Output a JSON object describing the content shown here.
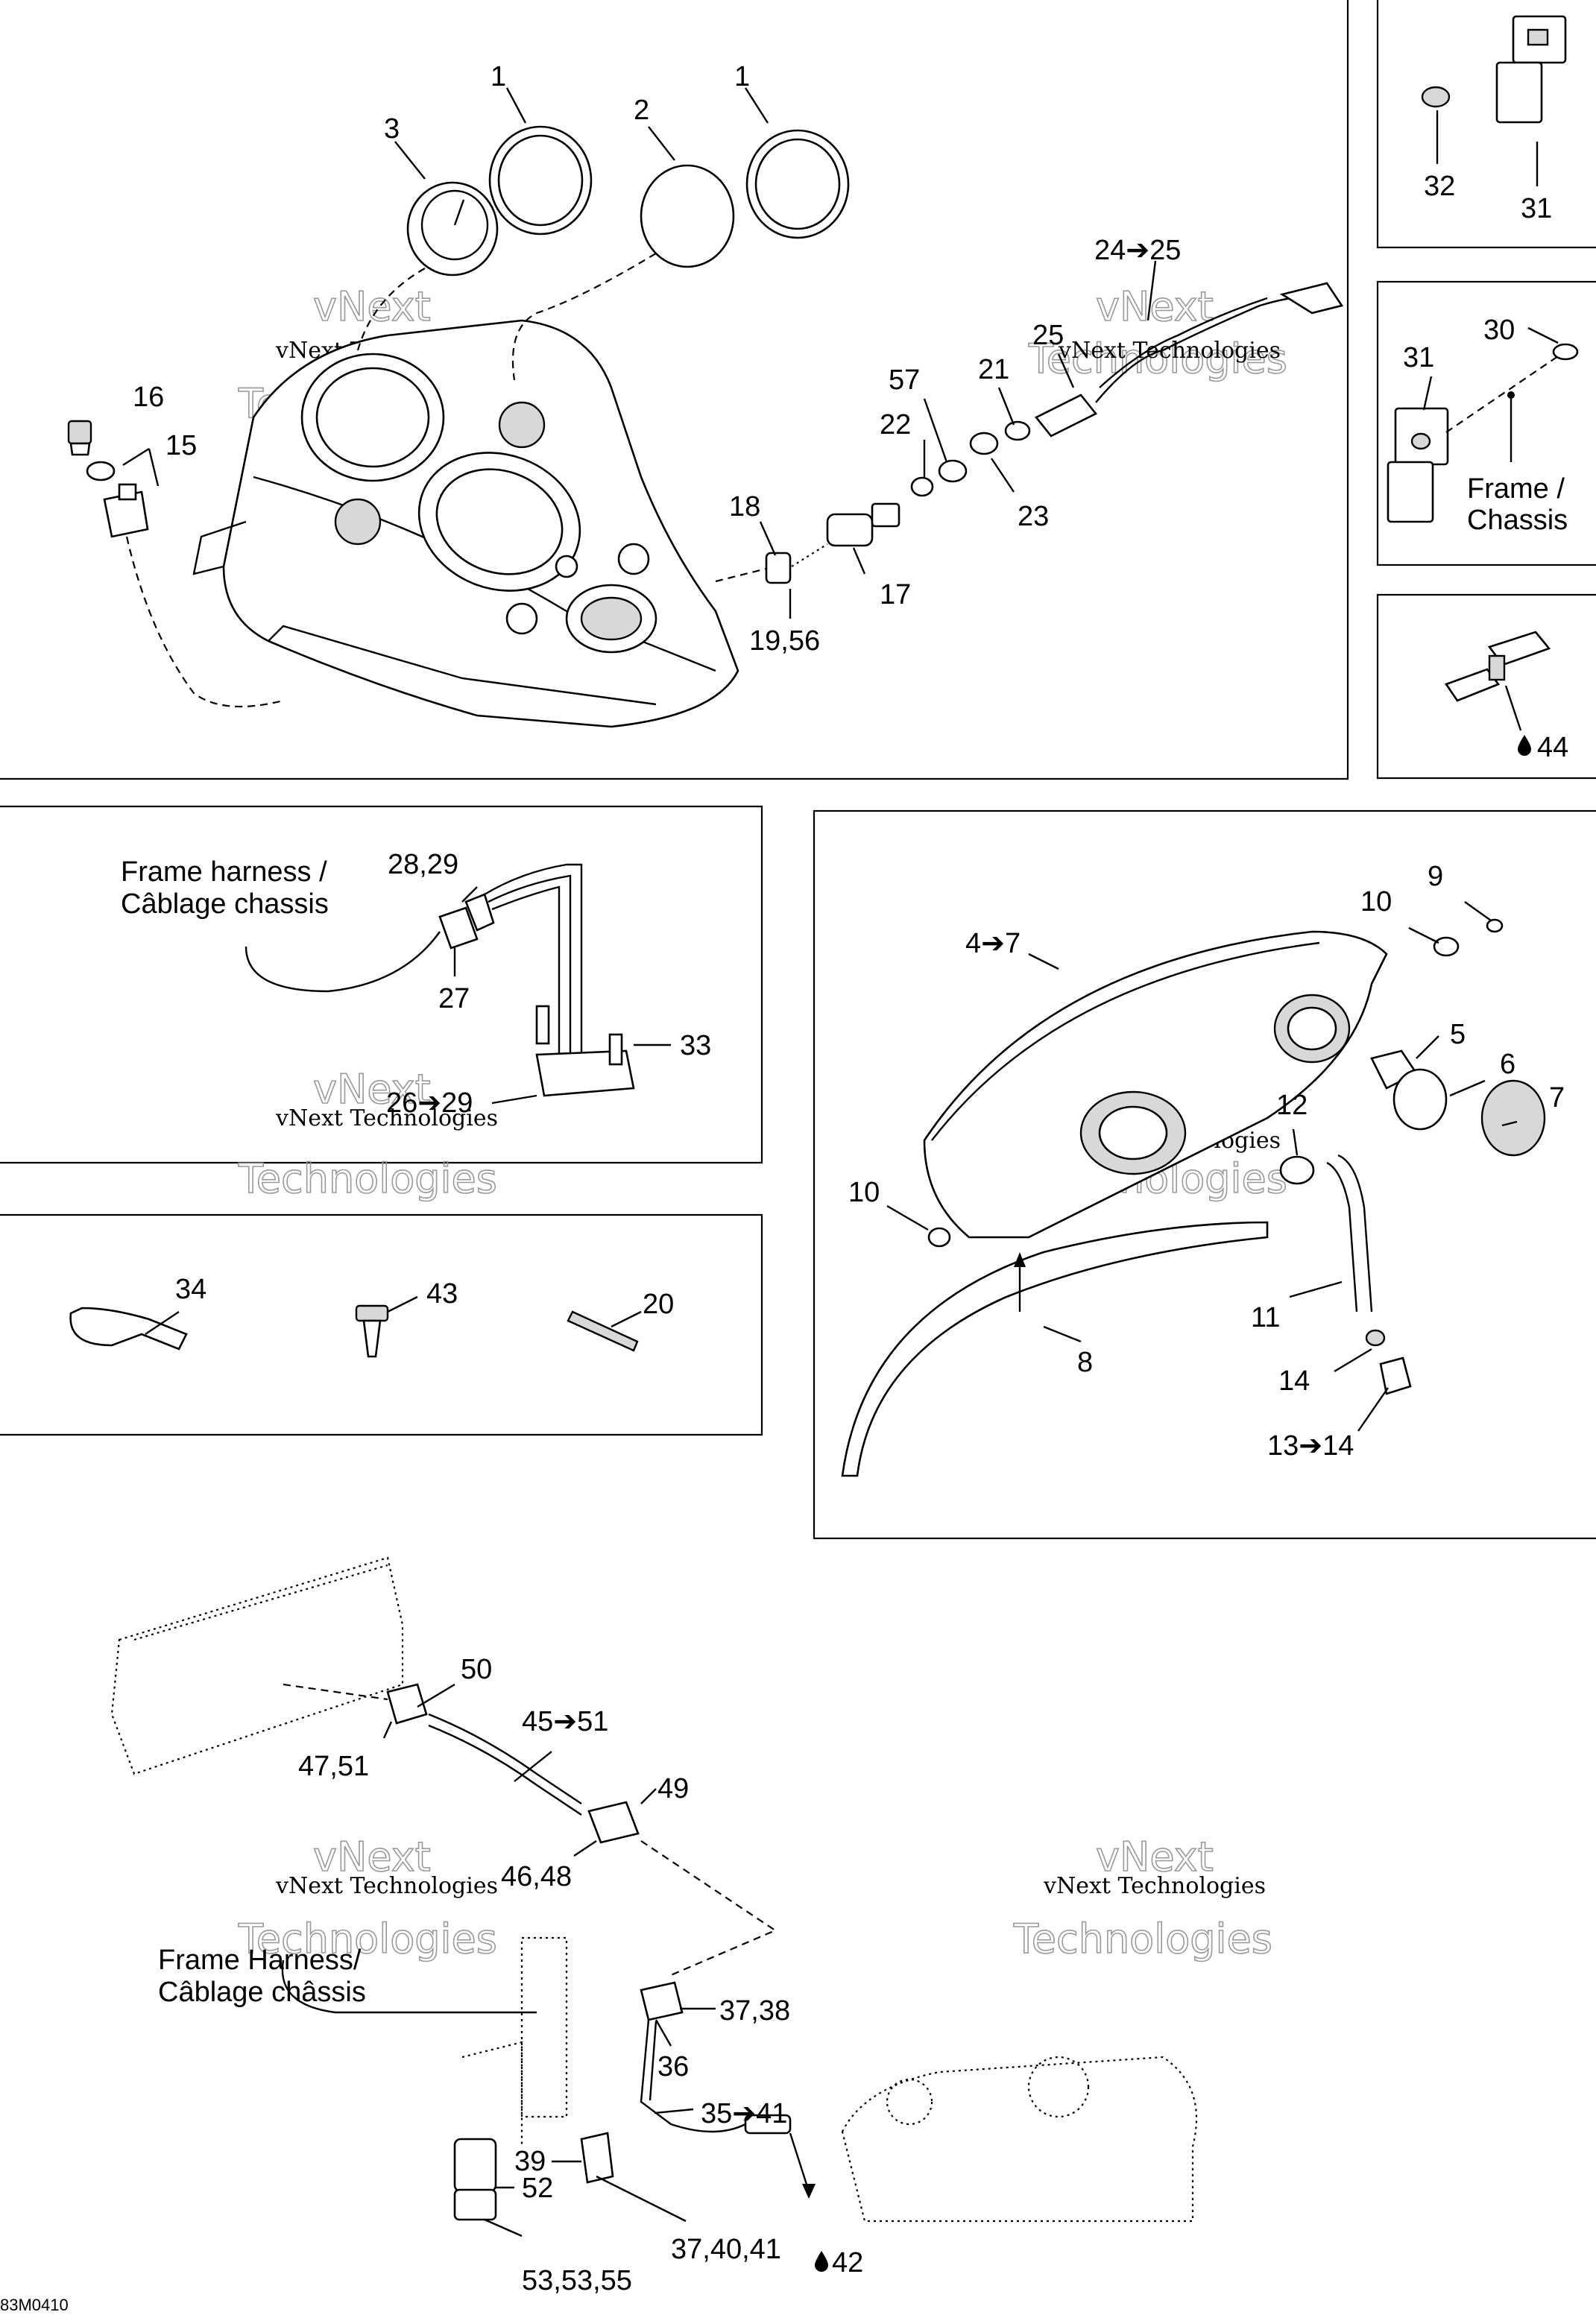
{
  "labels": {
    "l1a": "1",
    "l1b": "1",
    "l2": "2",
    "l3": "3",
    "l16": "16",
    "l15": "15",
    "l24_25": "24➔25",
    "l25": "25",
    "l21": "21",
    "l57": "57",
    "l22": "22",
    "l23": "23",
    "l18": "18",
    "l17": "17",
    "l19_56": "19,56",
    "l32": "32",
    "l31a": "31",
    "l30": "30",
    "l31b": "31",
    "frame_chassis_1": "Frame /",
    "frame_chassis_2": "Chassis",
    "l44": "44",
    "frame_harness_1": "Frame harness /",
    "frame_harness_2": "Câblage chassis",
    "l28_29": "28,29",
    "l27": "27",
    "l33": "33",
    "l26_29": "26➔29",
    "l34": "34",
    "l43": "43",
    "l20": "20",
    "l9": "9",
    "l10a": "10",
    "l4_7": "4➔7",
    "l5": "5",
    "l6": "6",
    "l7": "7",
    "l12": "12",
    "l10b": "10",
    "l11": "11",
    "l8": "8",
    "l14": "14",
    "l13_14": "13➔14",
    "l50": "50",
    "l47_51": "47,51",
    "l45_51": "45➔51",
    "l49": "49",
    "l46_48": "46,48",
    "frame_harness2_1": "Frame Harness/",
    "frame_harness2_2": "Câblage châssis",
    "l37_38": "37,38",
    "l36": "36",
    "l35_41": "35➔41",
    "l39": "39",
    "l52": "52",
    "l53_55": "53,53,55",
    "l37_40_41": "37,40,41",
    "l42": "42"
  },
  "watermarks": {
    "brand_line": "vNext Technologies",
    "logo_top": "vNext",
    "logo_bottom": "Technologies"
  },
  "figure_code": "83M0410"
}
